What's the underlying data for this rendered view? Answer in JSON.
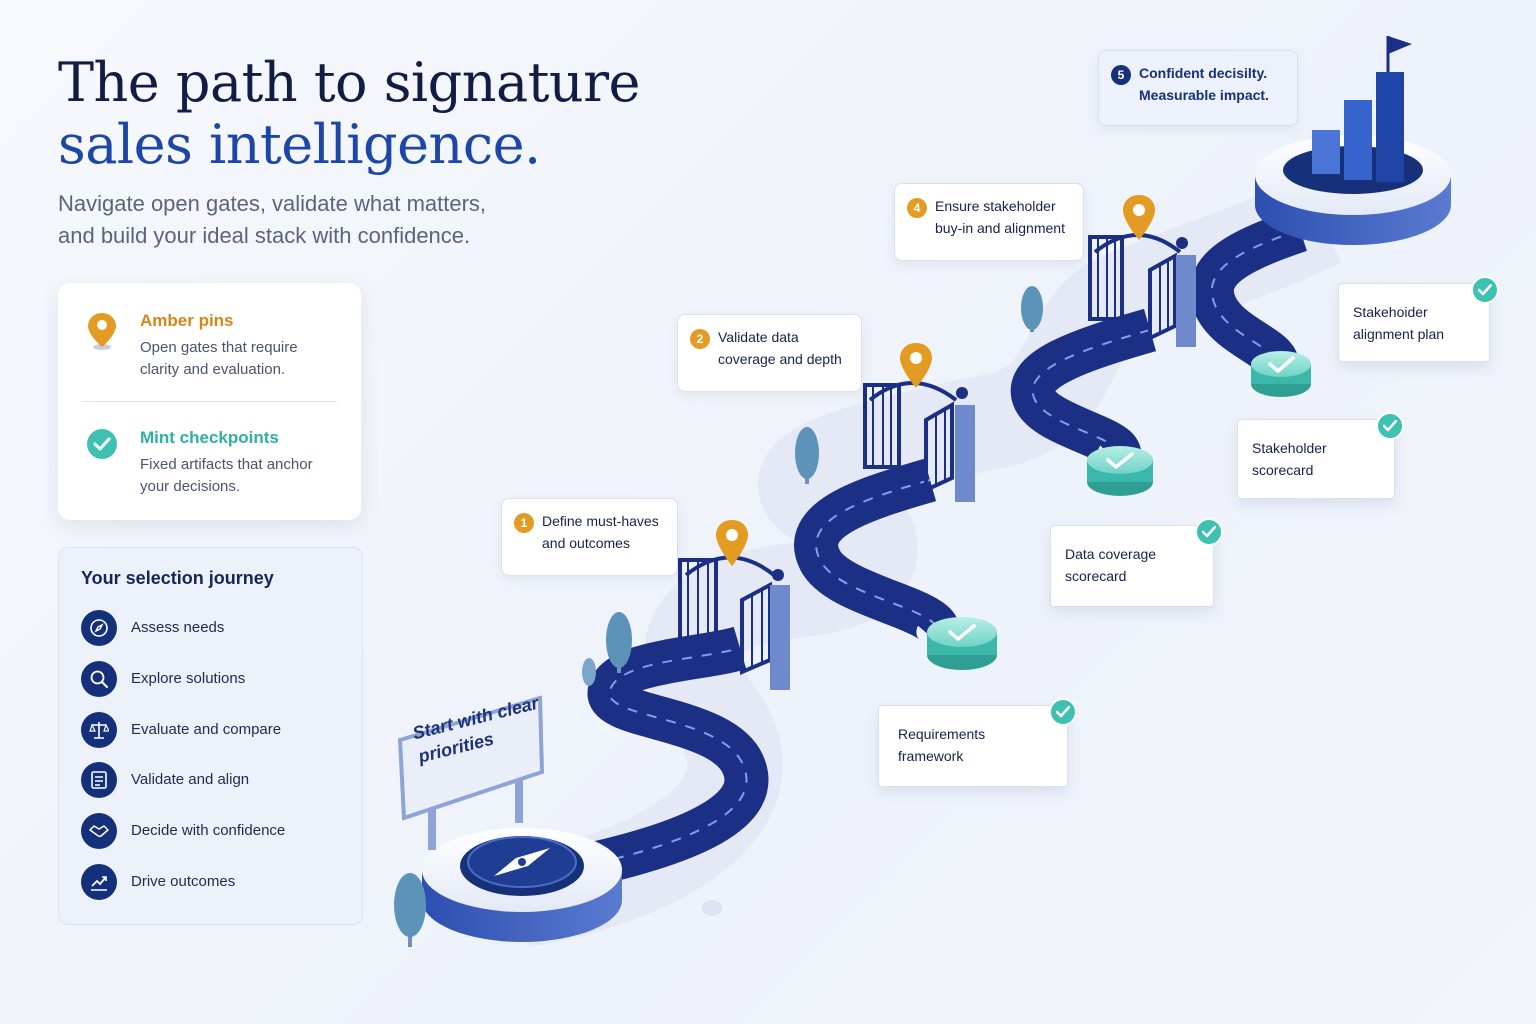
{
  "header": {
    "title_line1": "The path to signature",
    "title_line2": "sales intelligence.",
    "subtitle_line1": "Navigate open gates, validate what matters,",
    "subtitle_line2": "and build your ideal stack with confidence."
  },
  "legend": {
    "pins": {
      "title": "Amber pins",
      "desc": "Open gates that require clarity and evaluation.",
      "icon": "map-pin-icon",
      "color": "#e49b23"
    },
    "checkpoints": {
      "title": "Mint checkpoints",
      "desc": "Fixed artifacts that anchor your decisions.",
      "icon": "check-circle-icon",
      "color": "#3ec1b3"
    }
  },
  "journey": {
    "title": "Your selection journey",
    "items": [
      {
        "label": "Assess needs",
        "icon": "compass-icon"
      },
      {
        "label": "Explore solutions",
        "icon": "magnifier-icon"
      },
      {
        "label": "Evaluate and compare",
        "icon": "scales-icon"
      },
      {
        "label": "Validate and align",
        "icon": "checklist-icon"
      },
      {
        "label": "Decide with confidence",
        "icon": "handshake-icon"
      },
      {
        "label": "Drive outcomes",
        "icon": "growth-chart-icon"
      }
    ]
  },
  "steps": [
    {
      "number": "1",
      "text": "Define must-haves and outcomes"
    },
    {
      "number": "2",
      "text": "Validate data coverage and depth"
    },
    {
      "number": "4",
      "text": "Ensure stakeholder buy-in and alignment"
    },
    {
      "number": "5",
      "text": "Confident decisilty. Measurable impact."
    }
  ],
  "checkpoints": [
    {
      "text": "Requirements framework"
    },
    {
      "text": "Data coverage scorecard"
    },
    {
      "text": "Stakeholder scorecard"
    },
    {
      "text": "Stakehoider alignment plan"
    }
  ],
  "sign": {
    "text": "Start with clear priorities"
  },
  "colors": {
    "navy": "#16307a",
    "road": "#1b2f85",
    "amber": "#e49b23",
    "mint": "#3ec1b3",
    "accent_blue": "#1d47a6"
  }
}
